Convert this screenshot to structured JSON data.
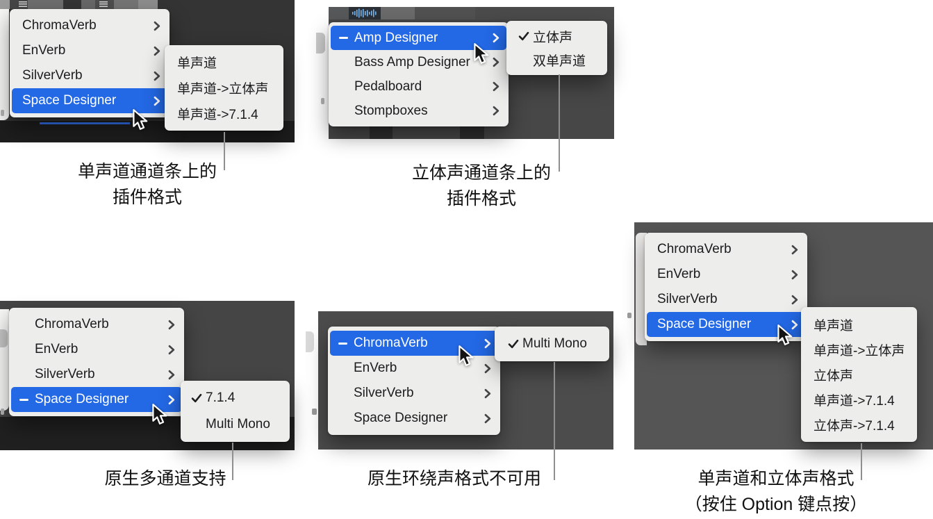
{
  "colors": {
    "highlight": "#2368e4",
    "menu_bg": "#ededeb",
    "menu_text": "#1c1c1e",
    "p1_bg": "#343434",
    "p2_bg": "#474747",
    "p3_bg": "#555555",
    "p4_bg": "#454545",
    "p5_bg": "#4c4c4c",
    "dark_band": "#1d1d1d",
    "callout_line": "#8f8f8f",
    "blue_accent_line": "#2e6de4",
    "waveform_blue": "#7db8f0",
    "caption_text": "#111111"
  },
  "icons": {
    "chevron_right": "submenu arrow",
    "checkmark": "selected format check",
    "minus": "active plugin minus",
    "cursor": "macos-arrow-pointer",
    "hamburger": "channel strip lines",
    "waveform": "audio region thumbnail"
  },
  "panels": {
    "p1": {
      "menu": {
        "items": [
          {
            "label": "ChromaVerb"
          },
          {
            "label": "EnVerb"
          },
          {
            "label": "SilverVerb"
          },
          {
            "label": "Space Designer",
            "highlighted": true
          }
        ]
      },
      "submenu": {
        "items": [
          {
            "label": "单声道"
          },
          {
            "label": "单声道->立体声"
          },
          {
            "label": "单声道->7.1.4"
          }
        ]
      },
      "caption": {
        "line1": "单声道通道条上的",
        "line2": "插件格式"
      }
    },
    "p2": {
      "menu": {
        "items": [
          {
            "label": "Amp Designer",
            "highlighted": true,
            "minus": true
          },
          {
            "label": "Bass Amp Designer"
          },
          {
            "label": "Pedalboard"
          },
          {
            "label": "Stompboxes"
          }
        ]
      },
      "submenu": {
        "items": [
          {
            "label": "立体声",
            "checked": true
          },
          {
            "label": "双单声道"
          }
        ]
      },
      "caption": {
        "line1": "立体声通道条上的",
        "line2": "插件格式"
      }
    },
    "p3": {
      "menu": {
        "items": [
          {
            "label": "ChromaVerb"
          },
          {
            "label": "EnVerb"
          },
          {
            "label": "SilverVerb"
          },
          {
            "label": "Space Designer",
            "highlighted": true
          }
        ]
      },
      "submenu": {
        "items": [
          {
            "label": "单声道"
          },
          {
            "label": "单声道->立体声"
          },
          {
            "label": "立体声"
          },
          {
            "label": "单声道->7.1.4"
          },
          {
            "label": "立体声->7.1.4"
          }
        ]
      },
      "caption": {
        "line1": "单声道和立体声格式",
        "line2": "（按住 Option 键点按）"
      }
    },
    "p4": {
      "menu": {
        "items": [
          {
            "label": "ChromaVerb"
          },
          {
            "label": "EnVerb"
          },
          {
            "label": "SilverVerb"
          },
          {
            "label": "Space Designer",
            "highlighted": true,
            "minus": true
          }
        ]
      },
      "submenu": {
        "items": [
          {
            "label": "7.1.4",
            "checked": true
          },
          {
            "label": "Multi Mono"
          }
        ]
      },
      "caption": {
        "line1": "原生多通道支持"
      }
    },
    "p5": {
      "menu": {
        "items": [
          {
            "label": "ChromaVerb",
            "highlighted": true,
            "minus": true
          },
          {
            "label": "EnVerb"
          },
          {
            "label": "SilverVerb"
          },
          {
            "label": "Space Designer"
          }
        ]
      },
      "submenu": {
        "items": [
          {
            "label": "Multi Mono",
            "checked": true
          }
        ]
      },
      "caption": {
        "line1": "原生环绕声格式不可用"
      }
    }
  }
}
